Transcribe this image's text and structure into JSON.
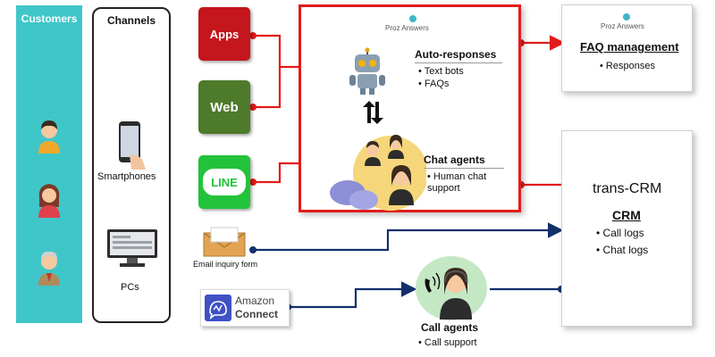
{
  "customers": {
    "title": "Customers"
  },
  "channels": {
    "title": "Channels",
    "smartphones": "Smartphones",
    "pcs": "PCs"
  },
  "inputs": {
    "apps": "Apps",
    "web": "Web",
    "line": "LINE",
    "email": "Email inquiry form",
    "amazon_top": "Amazon",
    "amazon_bottom": "Connect"
  },
  "proz": {
    "logo": "Proz Answers",
    "auto_title": "Auto-responses",
    "auto_items": [
      "Text bots",
      "FAQs"
    ],
    "chat_title": "Chat agents",
    "chat_items": [
      "Human chat",
      "support"
    ]
  },
  "faq": {
    "logo": "Proz Answers",
    "title": "FAQ management",
    "items": [
      "Responses"
    ]
  },
  "crm": {
    "brand": "trans-CRM",
    "title": "CRM",
    "items": [
      "Call logs",
      "Chat logs"
    ]
  },
  "call": {
    "title": "Call agents",
    "items": [
      "Call support"
    ]
  },
  "colors": {
    "red": "#e21b1b",
    "navy": "#12306b",
    "teal": "#3fc6c9"
  }
}
